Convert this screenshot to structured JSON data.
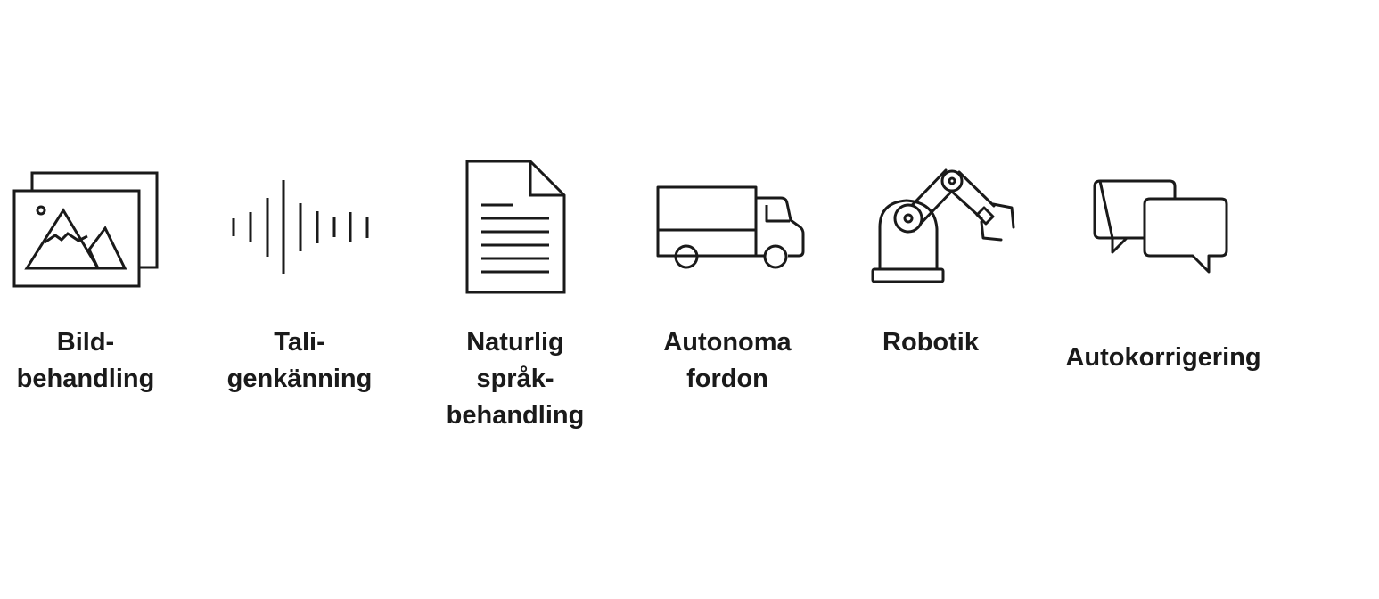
{
  "items": [
    {
      "icon": "image-gallery-icon",
      "label_lines": [
        "Bild-",
        "behandling"
      ]
    },
    {
      "icon": "sound-wave-icon",
      "label_lines": [
        "Tali-",
        "genkänning"
      ]
    },
    {
      "icon": "document-icon",
      "label_lines": [
        "Naturlig",
        "språk-",
        "behandling"
      ]
    },
    {
      "icon": "truck-icon",
      "label_lines": [
        "Autonoma",
        "fordon"
      ]
    },
    {
      "icon": "robot-arm-icon",
      "label_lines": [
        "Robotik"
      ]
    },
    {
      "icon": "chat-bubbles-icon",
      "label_lines": [
        "Autokorrigering"
      ]
    }
  ],
  "colors": {
    "stroke": "#1a1a1a",
    "background": "#ffffff"
  }
}
